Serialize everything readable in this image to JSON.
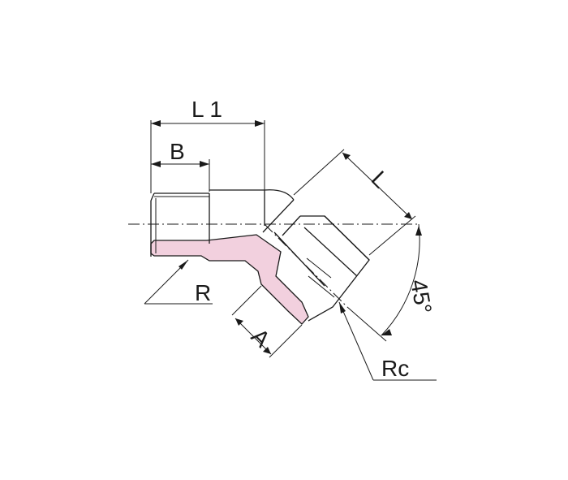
{
  "labels": {
    "l1": "L 1",
    "b": "B",
    "l": "L",
    "r": "R",
    "a": "A",
    "rc": "Rc",
    "angle": "45°"
  },
  "colors": {
    "section_fill": "#f2d0de",
    "line": "#1a1a1a"
  }
}
